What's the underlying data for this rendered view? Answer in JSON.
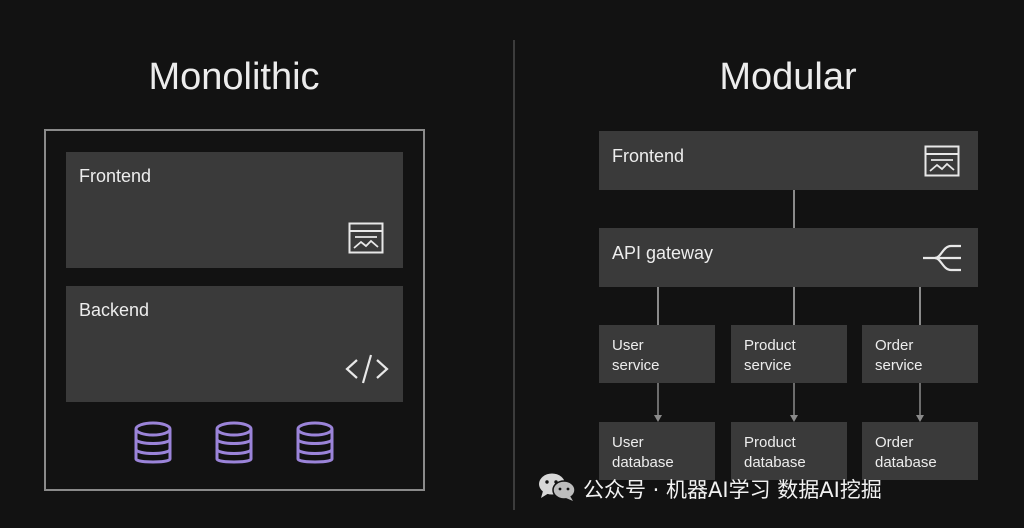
{
  "monolithic": {
    "title": "Monolithic",
    "frontend_label": "Frontend",
    "backend_label": "Backend",
    "icons": [
      "browser-window-icon",
      "code-icon",
      "database-icon",
      "database-icon",
      "database-icon"
    ],
    "accent_color": "#9b84d9"
  },
  "modular": {
    "title": "Modular",
    "frontend_label": "Frontend",
    "gateway_label": "API gateway",
    "services": [
      {
        "line1": "User",
        "line2": "service"
      },
      {
        "line1": "Product",
        "line2": "service"
      },
      {
        "line1": "Order",
        "line2": "service"
      }
    ],
    "databases": [
      {
        "line1": "User",
        "line2": "database"
      },
      {
        "line1": "Product",
        "line2": "database"
      },
      {
        "line1": "Order",
        "line2": "database"
      }
    ],
    "icons": [
      "browser-window-icon",
      "split-arrows-icon"
    ]
  },
  "watermark": {
    "text": "公众号 · 机器AI学习 数据AI挖掘",
    "icon": "wechat-icon"
  },
  "colors": {
    "background": "#121212",
    "box": "#3a3a3a",
    "frame": "#8a8a8a"
  }
}
